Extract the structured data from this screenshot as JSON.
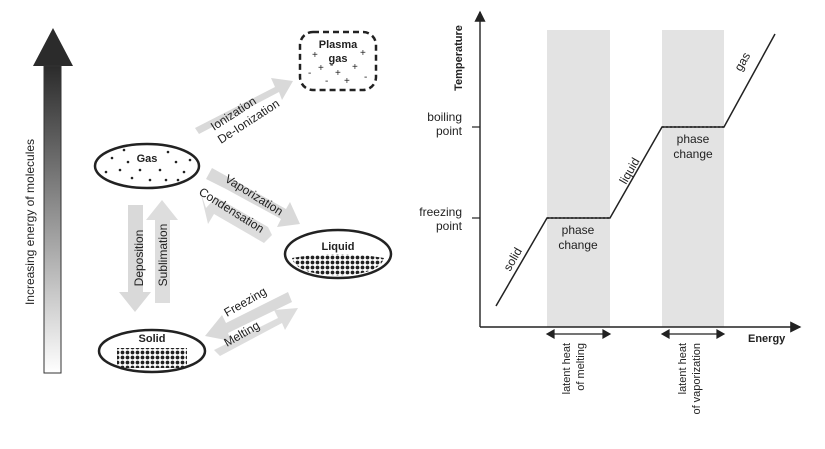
{
  "left_diagram": {
    "axis_label": "Increasing energy of molecules",
    "states": {
      "plasma": {
        "line1": "Plasma",
        "line2": "gas"
      },
      "gas": "Gas",
      "liquid": "Liquid",
      "solid": "Solid"
    },
    "transitions": {
      "ionization": "Ionization",
      "deionization": "De-Ionization",
      "vaporization": "Vaporization",
      "condensation": "Condensation",
      "deposition": "Deposition",
      "sublimation": "Sublimation",
      "freezing": "Freezing",
      "melting": "Melting"
    },
    "colors": {
      "arrow_fill": "#d9d9d9",
      "gradient_dark": "#2b2b2b",
      "outline": "#222222"
    }
  },
  "chart_data": {
    "type": "line",
    "title": "",
    "xlabel": "Energy",
    "ylabel": "Temperature",
    "y_ticks": [
      {
        "line1": "freezing",
        "line2": "point"
      },
      {
        "line1": "boiling",
        "line2": "point"
      }
    ],
    "segment_labels": {
      "solid": "solid",
      "liquid": "liquid",
      "gas": "gas",
      "phase_change_1": {
        "line1": "phase",
        "line2": "change"
      },
      "phase_change_2": {
        "line1": "phase",
        "line2": "change"
      }
    },
    "x_annotations": [
      {
        "line1": "latent heat",
        "line2": "of melting"
      },
      {
        "line1": "latent heat",
        "line2": "of vaporization"
      }
    ],
    "shaded_bands": 2,
    "band_color": "#e3e3e3"
  }
}
